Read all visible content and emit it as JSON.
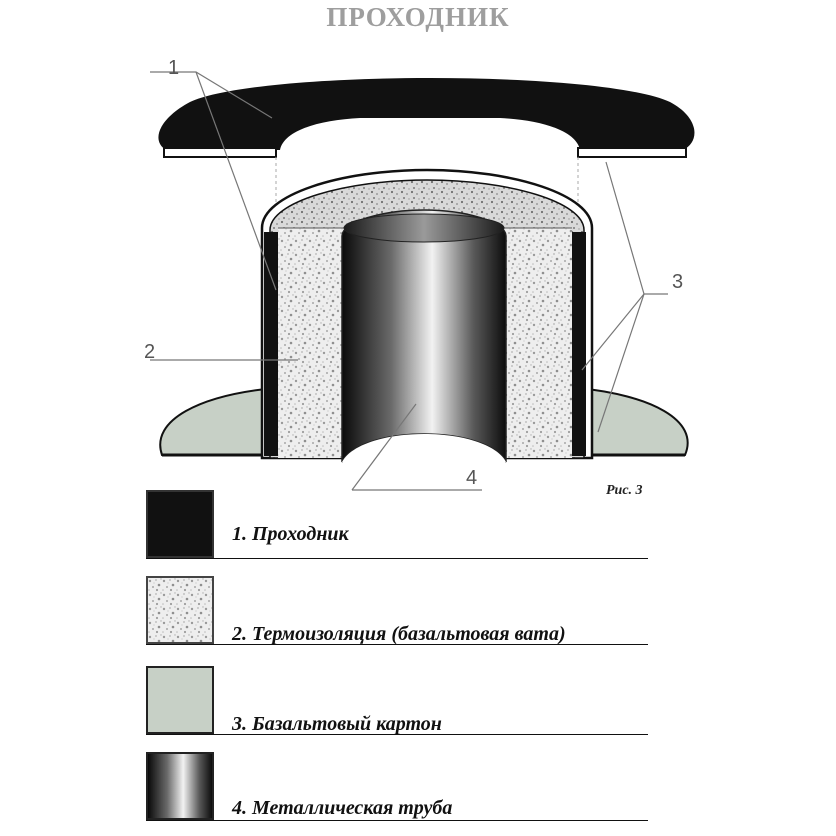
{
  "title": "ПРОХОДНИК",
  "figure": {
    "callouts": [
      "1",
      "2",
      "3",
      "4"
    ],
    "caption": "Рис. 3"
  },
  "legend": [
    {
      "number": "1.",
      "label": "Проходник",
      "swatch": "black"
    },
    {
      "number": "2.",
      "label": "Термоизоляция (базальтовая вата)",
      "swatch": "speckled"
    },
    {
      "number": "3.",
      "label": "Базальтовый картон",
      "swatch": "gray-green"
    },
    {
      "number": "4.",
      "label": "Металлическая труба",
      "swatch": "metal-gradient"
    }
  ],
  "colors": {
    "passthrough": "#111111",
    "insulation": "#e6e6e6",
    "basalt_board": "#c7d0c6",
    "callout_text": "#555555",
    "title": "#9e9e9e"
  }
}
